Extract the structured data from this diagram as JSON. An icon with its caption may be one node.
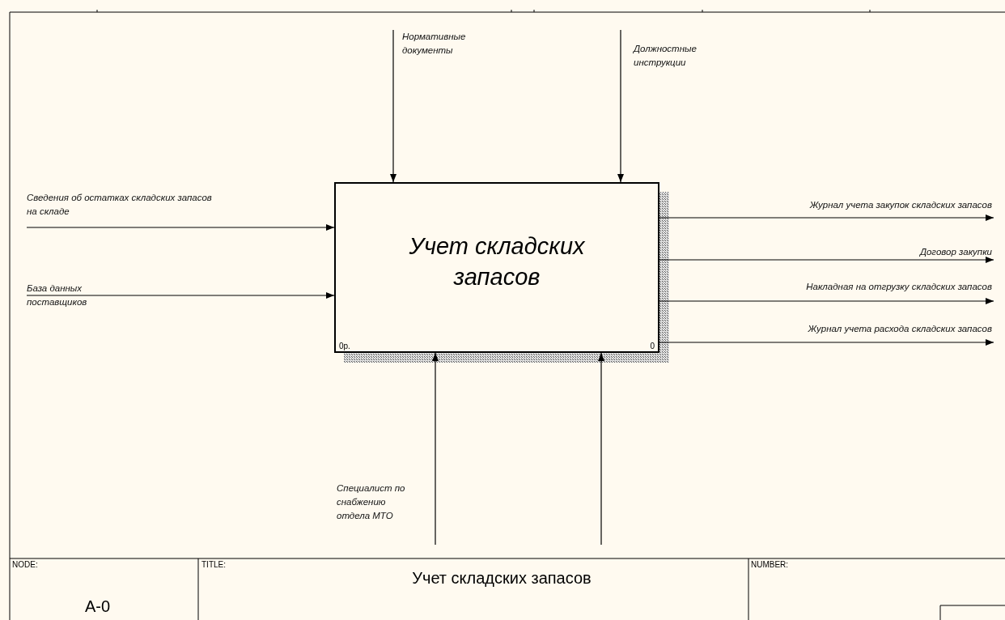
{
  "diagram": {
    "nodes": [
      {
        "text": [
          "Учет складских запасов",
          "0р.",
          "0"
        ]
      },
      {
        "text": [
          "Нормативные документы"
        ]
      },
      {
        "text": [
          "Должностные инструкции"
        ]
      },
      {
        "text": [
          "Сведения об остатках складских запасов на складе"
        ]
      },
      {
        "text": [
          "База данных поставщиков"
        ]
      },
      {
        "text": [
          "Журнал учета закупок складских запасов"
        ]
      },
      {
        "text": [
          "Договор закупки"
        ]
      },
      {
        "text": [
          "Накладная на отгрузку складских запасов"
        ]
      },
      {
        "text": [
          "Журнал учета расхода складских запасов"
        ]
      },
      {
        "text": [
          "Специалист по снабжению отдела МТО"
        ]
      }
    ],
    "edges": [
      {
        "from": 1,
        "to": 0,
        "arrow": "to"
      },
      {
        "from": 2,
        "to": 0,
        "arrow": "to"
      },
      {
        "from": 3,
        "to": 0,
        "arrow": "to"
      },
      {
        "from": 4,
        "to": 0,
        "arrow": "to"
      },
      {
        "from": 0,
        "to": 5,
        "arrow": "to"
      },
      {
        "from": 0,
        "to": 6,
        "arrow": "to"
      },
      {
        "from": 0,
        "to": 7,
        "arrow": "to"
      },
      {
        "from": 0,
        "to": 8,
        "arrow": "to"
      },
      {
        "from": 9,
        "to": 0,
        "arrow": "to"
      },
      {
        "from": null,
        "to": 0,
        "arrow": "to"
      }
    ],
    "labels": [
      "NODE:",
      "A-0",
      "TITLE:",
      "Учет складских запасов",
      "NUMBER:"
    ]
  }
}
